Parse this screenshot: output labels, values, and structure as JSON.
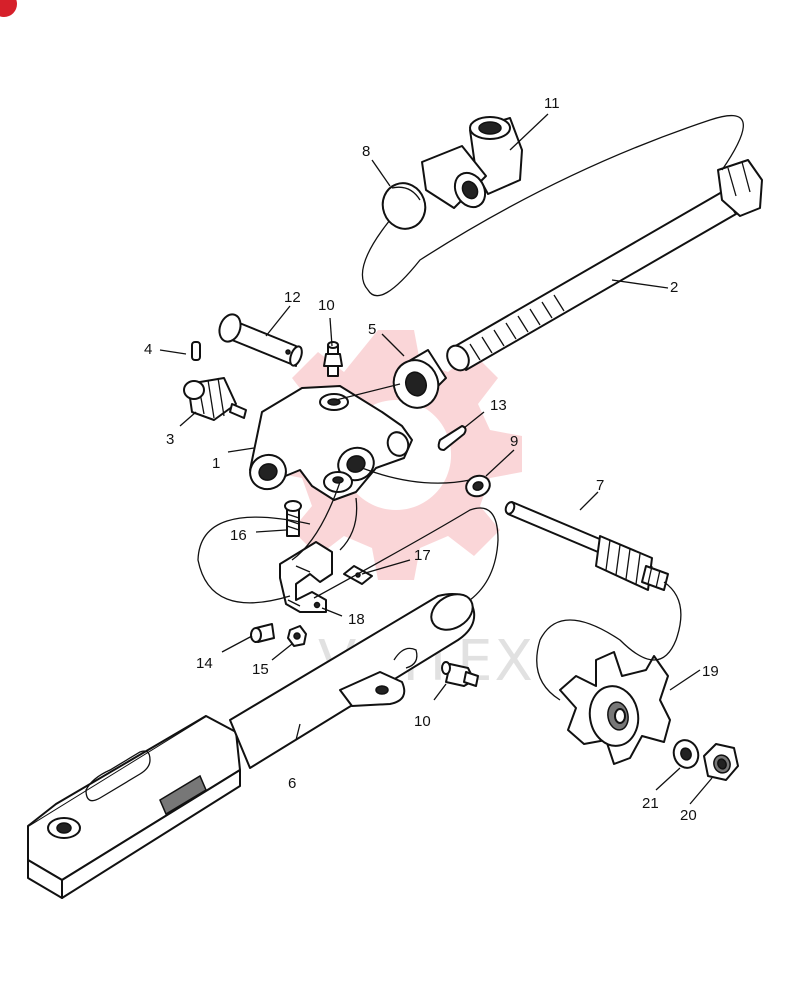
{
  "diagram": {
    "callouts": {
      "c1": "1",
      "c2": "2",
      "c3": "3",
      "c4": "4",
      "c5": "5",
      "c6": "6",
      "c7": "7",
      "c8": "8",
      "c9": "9",
      "c10a": "10",
      "c10b": "10",
      "c11": "11",
      "c12": "12",
      "c13": "13",
      "c14": "14",
      "c15": "15",
      "c16": "16",
      "c17": "17",
      "c18": "18",
      "c19": "19",
      "c20": "20",
      "c21": "21"
    },
    "watermark": "VIHTEX"
  },
  "colors": {
    "line": "#111111",
    "watermark_gear": "#f4a4a8",
    "corner_badge": "#d6202a"
  }
}
